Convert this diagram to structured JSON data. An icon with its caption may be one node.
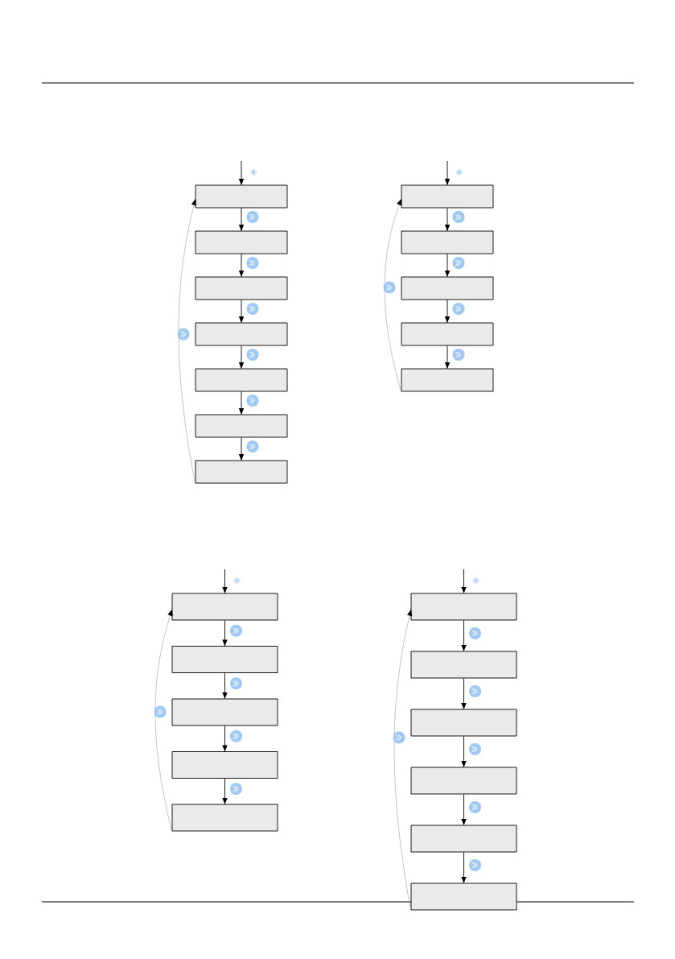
{
  "diagram": {
    "nodes": [
      {
        "text": [],
        "shape": "box"
      },
      {
        "text": [],
        "shape": "box"
      },
      {
        "text": [],
        "shape": "box"
      },
      {
        "text": [],
        "shape": "box"
      },
      {
        "text": [],
        "shape": "box"
      },
      {
        "text": [],
        "shape": "box"
      },
      {
        "text": [],
        "shape": "box"
      },
      {
        "text": [],
        "shape": "box"
      },
      {
        "text": [],
        "shape": "box"
      },
      {
        "text": [],
        "shape": "box"
      },
      {
        "text": [],
        "shape": "box"
      },
      {
        "text": [],
        "shape": "box"
      },
      {
        "text": [],
        "shape": "box"
      },
      {
        "text": [],
        "shape": "box"
      },
      {
        "text": [],
        "shape": "box"
      },
      {
        "text": [],
        "shape": "box"
      },
      {
        "text": [],
        "shape": "box"
      },
      {
        "text": [],
        "shape": "box"
      },
      {
        "text": [],
        "shape": "box"
      },
      {
        "text": [],
        "shape": "box"
      },
      {
        "text": [],
        "shape": "box"
      },
      {
        "text": [],
        "shape": "box"
      },
      {
        "text": [],
        "shape": "box"
      }
    ],
    "edges": [
      {
        "from": null,
        "to": 0,
        "arrow": "to"
      },
      {
        "from": 0,
        "to": 1,
        "arrow": "to"
      },
      {
        "from": 1,
        "to": 2,
        "arrow": "to"
      },
      {
        "from": 2,
        "to": 3,
        "arrow": "to"
      },
      {
        "from": 3,
        "to": 4,
        "arrow": "to"
      },
      {
        "from": 4,
        "to": 5,
        "arrow": "to"
      },
      {
        "from": 5,
        "to": 6,
        "arrow": "to"
      },
      {
        "from": 6,
        "to": 0,
        "arrow": "to",
        "color": "#888888"
      },
      {
        "from": null,
        "to": 7,
        "arrow": "to"
      },
      {
        "from": 7,
        "to": 8,
        "arrow": "to"
      },
      {
        "from": 8,
        "to": 9,
        "arrow": "to"
      },
      {
        "from": 9,
        "to": 10,
        "arrow": "to"
      },
      {
        "from": 10,
        "to": 11,
        "arrow": "to"
      },
      {
        "from": 11,
        "to": 7,
        "arrow": "to",
        "color": "#888888"
      },
      {
        "from": null,
        "to": 12,
        "arrow": "to"
      },
      {
        "from": 12,
        "to": 13,
        "arrow": "to"
      },
      {
        "from": 13,
        "to": 14,
        "arrow": "to"
      },
      {
        "from": 14,
        "to": 15,
        "arrow": "to"
      },
      {
        "from": 15,
        "to": 16,
        "arrow": "to"
      },
      {
        "from": 16,
        "to": 12,
        "arrow": "to",
        "color": "#888888"
      },
      {
        "from": null,
        "to": 17,
        "arrow": "to"
      },
      {
        "from": 17,
        "to": 18,
        "arrow": "to"
      },
      {
        "from": 18,
        "to": 19,
        "arrow": "to"
      },
      {
        "from": 19,
        "to": 20,
        "arrow": "to"
      },
      {
        "from": 20,
        "to": 21,
        "arrow": "to"
      },
      {
        "from": 21,
        "to": 22,
        "arrow": "to"
      },
      {
        "from": 22,
        "to": 17,
        "arrow": "to",
        "color": "#888888"
      }
    ]
  }
}
